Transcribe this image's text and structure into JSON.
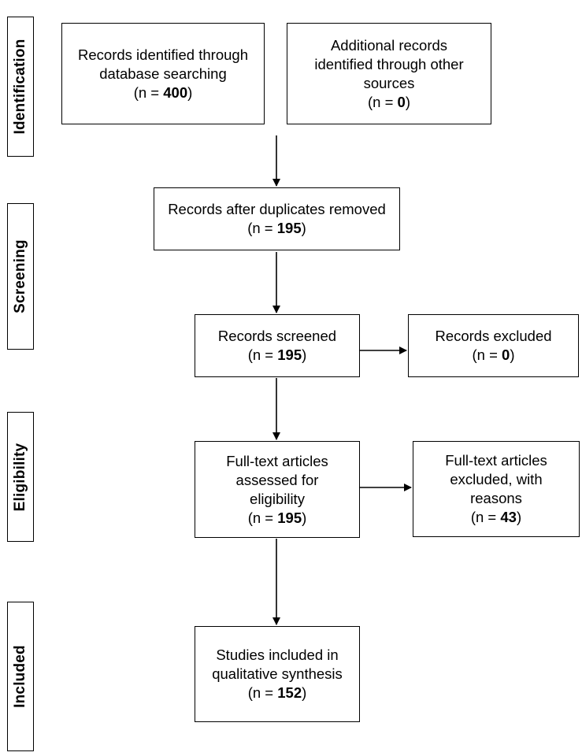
{
  "stages": {
    "identification": "Identification",
    "screening": "Screening",
    "eligibility": "Eligibility",
    "included": "Included"
  },
  "boxes": {
    "database_search": {
      "lines": [
        "Records identified through",
        "database searching"
      ],
      "count_prefix": "(n = ",
      "count": "400",
      "count_suffix": ")"
    },
    "other_sources": {
      "lines": [
        "Additional records",
        "identified through other",
        "sources"
      ],
      "count_prefix": "(n = ",
      "count": "0",
      "count_suffix": ")"
    },
    "duplicates_removed": {
      "lines": [
        "Records after duplicates removed"
      ],
      "count_prefix": "(n = ",
      "count": "195",
      "count_suffix": ")"
    },
    "screened": {
      "lines": [
        "Records screened"
      ],
      "count_prefix": "(n = ",
      "count": "195",
      "count_suffix": ")"
    },
    "excluded": {
      "lines": [
        "Records excluded"
      ],
      "count_prefix": "(n = ",
      "count": "0",
      "count_suffix": ")"
    },
    "full_text_assessed": {
      "lines": [
        "Full-text articles",
        "assessed for",
        "eligibility"
      ],
      "count_prefix": "(n = ",
      "count": "195",
      "count_suffix": ")"
    },
    "full_text_excluded": {
      "lines": [
        "Full-text articles",
        "excluded, with",
        "reasons"
      ],
      "count_prefix": "(n = ",
      "count": "43",
      "count_suffix": ")"
    },
    "included_studies": {
      "lines": [
        "Studies included in",
        "qualitative synthesis"
      ],
      "count_prefix": "(n = ",
      "count": "152",
      "count_suffix": ")"
    }
  }
}
